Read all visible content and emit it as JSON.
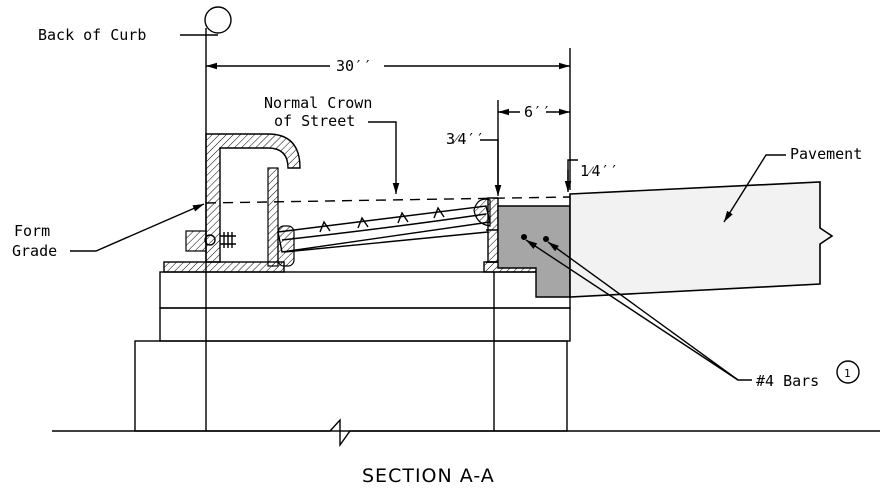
{
  "labels": {
    "back_of_curb": "Back of Curb",
    "width_dim": "30′′",
    "crown_line1": "Normal Crown",
    "crown_line2": "of Street",
    "offset_dim": "6′′",
    "three_quarter": "3⁄4′′",
    "one_quarter": "1⁄4′′",
    "pavement": "Pavement",
    "form_line1": "Form",
    "form_line2": "Grade",
    "bars": "#4 Bars",
    "note_number": "1",
    "section_title": "SECTION A-A"
  },
  "colors": {
    "line": "#000000",
    "concrete_fill": "#a6a6a6",
    "pavement_fill": "#f2f2f2"
  }
}
